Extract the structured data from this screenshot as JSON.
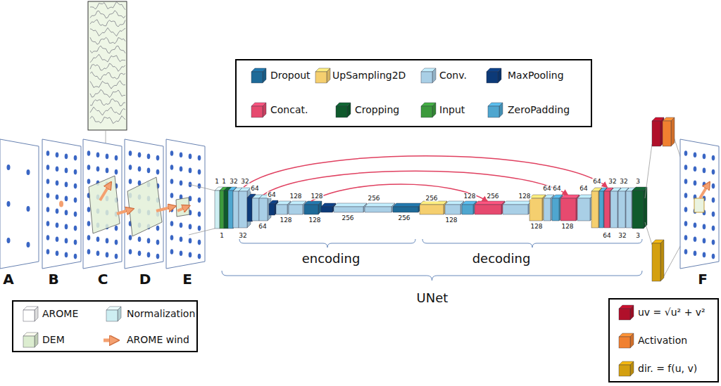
{
  "diagram": {
    "labels": [
      "A",
      "B",
      "C",
      "D",
      "E",
      "F",
      "encoding",
      "decoding",
      "UNet",
      "1",
      "1",
      "32",
      "32",
      "64",
      "64",
      "128",
      "128",
      "256",
      "256",
      "128",
      "256",
      "128",
      "64",
      "64",
      "64",
      "64",
      "32",
      "32",
      "3",
      "1",
      "32",
      "64",
      "128",
      "128",
      "256",
      "256",
      "128",
      "128",
      "128",
      "64",
      "32",
      "3"
    ],
    "legend": [
      {
        "text": "Dropout",
        "color": "#1e6a98"
      },
      {
        "text": "UpSampling2D",
        "color": "#f5cf6f"
      },
      {
        "text": "Conv.",
        "color": "#a9cfe6"
      },
      {
        "text": "MaxPooling",
        "color": "#0c3a78"
      },
      {
        "text": "Concat.",
        "color": "#e64a6f"
      },
      {
        "text": "Cropping",
        "color": "#0f5a2c"
      },
      {
        "text": "Input",
        "color": "#3c9a3c"
      },
      {
        "text": "ZeroPadding",
        "color": "#4fa6cf"
      },
      {
        "text": "AROME",
        "color": "#ffffff"
      },
      {
        "text": "Normalization",
        "color": "#cdeef2"
      },
      {
        "text": "DEM",
        "color": "#dcedd0"
      },
      {
        "text": "AROME wind"
      },
      {
        "text": "uv = √u² + v²",
        "color": "#b0102a"
      },
      {
        "text": "Activation",
        "color": "#f08030"
      },
      {
        "text": "dir. = f(u, v)",
        "color": "#d4a010"
      }
    ]
  }
}
